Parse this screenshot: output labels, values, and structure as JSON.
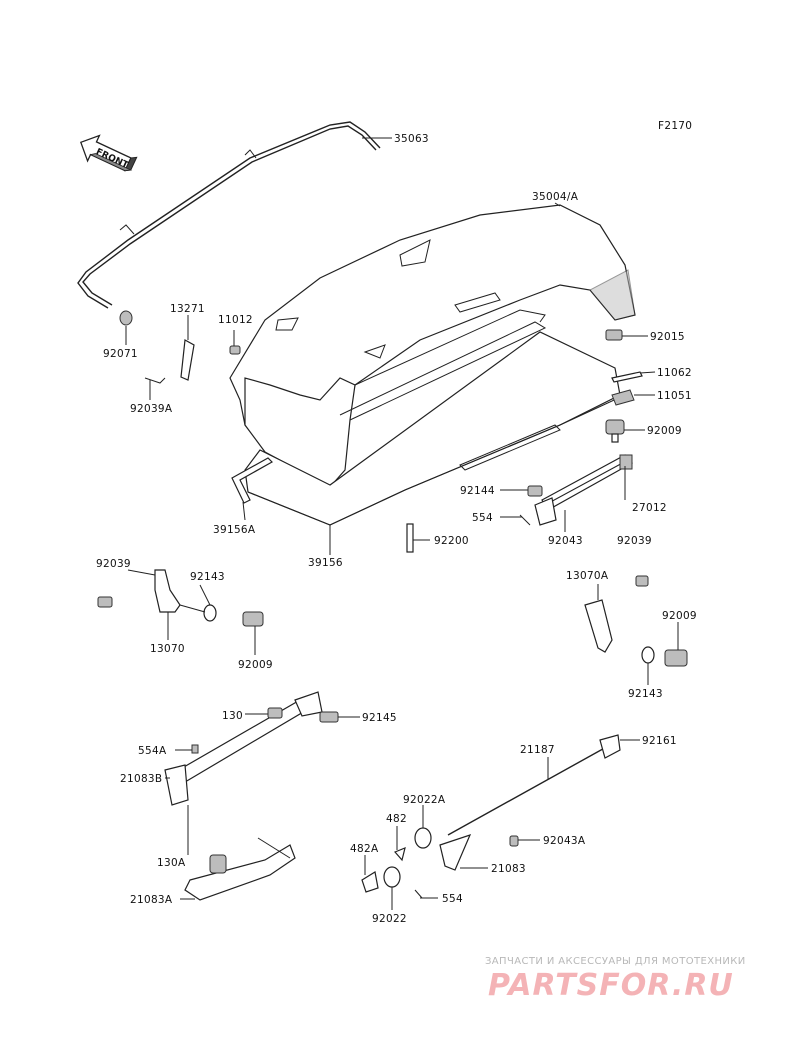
{
  "diagram_code": "F2170",
  "front_label": "FRONT",
  "labels": {
    "p35063": "35063",
    "p35004": "35004/A",
    "p92071": "92071",
    "p13271": "13271",
    "p11012": "11012",
    "p92039A": "92039A",
    "p92015": "92015",
    "p11062": "11062",
    "p11051": "11051",
    "p92009_top": "92009",
    "p92144": "92144",
    "p27012": "27012",
    "p554": "554",
    "p92043": "92043",
    "p92039_r": "92039",
    "p39156A": "39156A",
    "p39156": "39156",
    "p92200": "92200",
    "p92039_l": "92039",
    "p92143_l": "92143",
    "p13070": "13070",
    "p92009_l": "92009",
    "p13070A": "13070A",
    "p92009_r": "92009",
    "p92143_r": "92143",
    "p130": "130",
    "p92145": "92145",
    "p554A": "554A",
    "p21083B": "21083B",
    "p130A": "130A",
    "p21083A": "21083A",
    "p21187": "21187",
    "p92161": "92161",
    "p92022A": "92022A",
    "p482": "482",
    "p92043A": "92043A",
    "p482A": "482A",
    "p21083": "21083",
    "p554b": "554",
    "p92022": "92022"
  },
  "watermark": {
    "caption": "ЗАПЧАСТИ И АКСЕССУАРЫ ДЛЯ МОТОТЕХНИКИ",
    "brand": "PARTSFOR.RU",
    "color": "#f4b3b6"
  }
}
